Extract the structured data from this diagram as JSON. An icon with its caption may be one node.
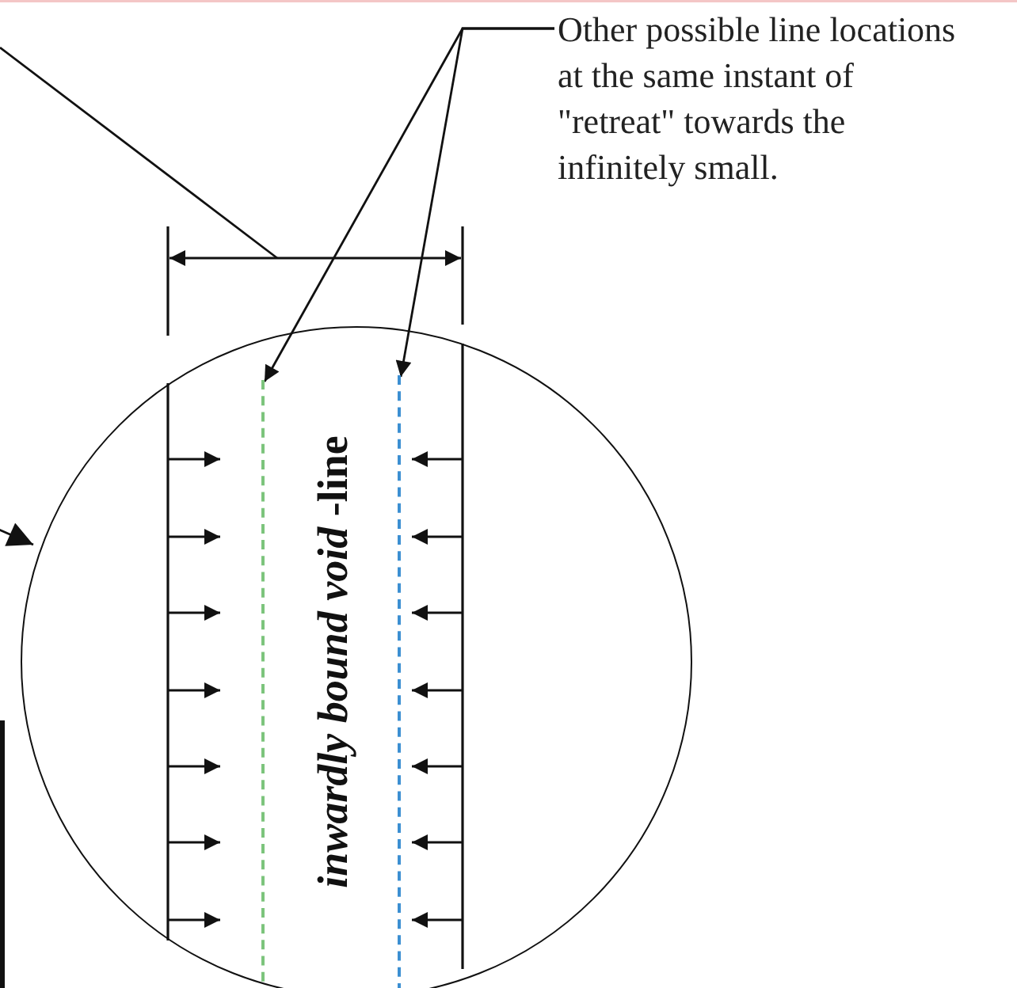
{
  "diagram": {
    "nodes": [
      {
        "text": [
          "Other possible line locations at the same instant of \"retreat\" towards the infinitely small."
        ]
      },
      {
        "text": [],
        "shape": "line",
        "in": 3
      },
      {
        "text": [],
        "shape": "line",
        "in": 3
      },
      {
        "text": [],
        "shape": "circle"
      }
    ],
    "edges": [
      {
        "from": 0,
        "to": 1,
        "arrow": "to"
      },
      {
        "from": 0,
        "to": 2,
        "arrow": "to"
      },
      {
        "from": null,
        "to": 3,
        "arrow": "to"
      }
    ],
    "labels": [
      "*inwardly bound void* -line"
    ]
  }
}
